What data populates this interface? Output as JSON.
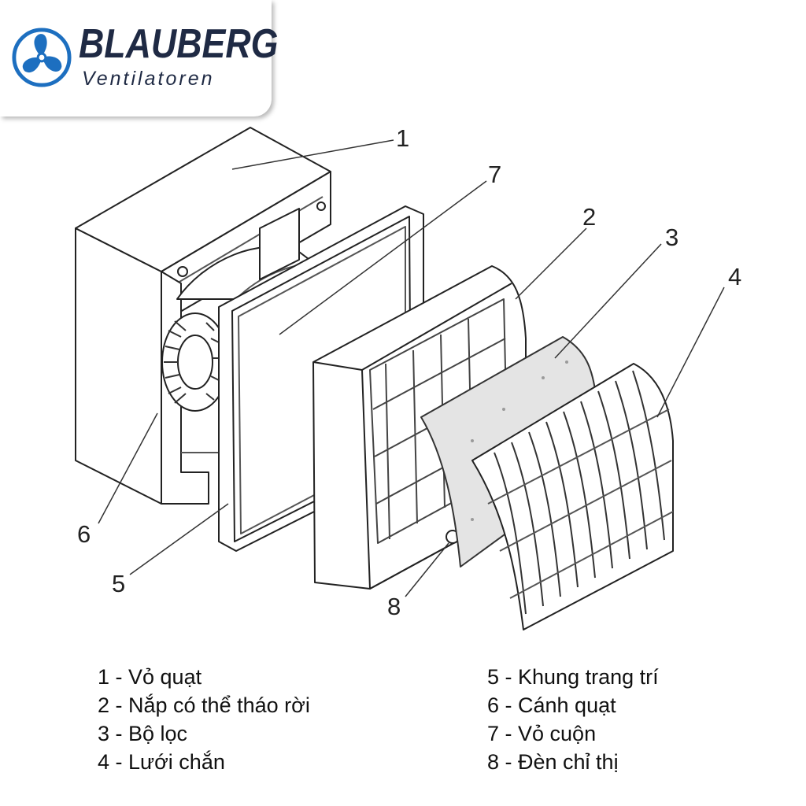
{
  "brand": {
    "name": "BLAUBERG",
    "tagline": "Ventilatoren",
    "color": "#1f2a44",
    "accent": "#1d6fc0",
    "icon": "fan-icon"
  },
  "callouts": [
    "1",
    "2",
    "3",
    "4",
    "5",
    "6",
    "7",
    "8"
  ],
  "legend_left": [
    "1 - Vỏ quạt",
    "2 - Nắp có thể tháo rời",
    "3 - Bộ lọc",
    "4 - Lưới chắn"
  ],
  "legend_right": [
    "5 - Khung trang trí",
    "6 - Cánh quạt",
    "7 - Vỏ cuộn",
    "8 - Đèn chỉ thị"
  ]
}
